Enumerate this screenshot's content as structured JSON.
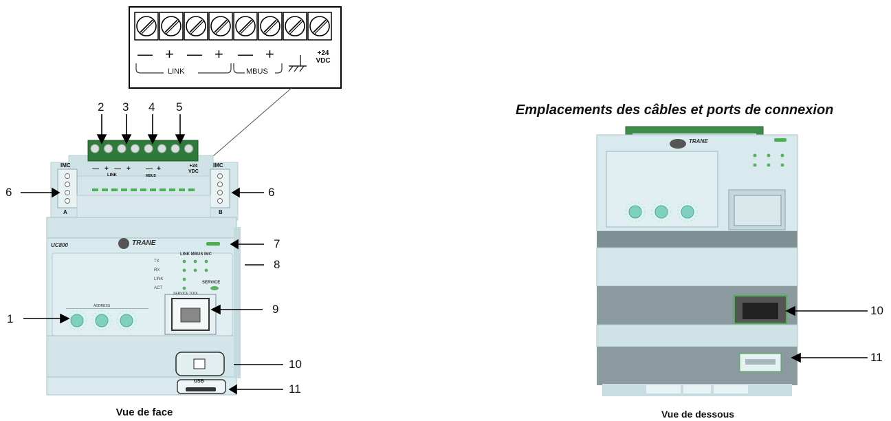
{
  "title": "Emplacements des câbles et ports de connexion",
  "front_caption": "Vue de face",
  "bottom_caption": "Vue de dessous",
  "terminal_detail": {
    "polarities": [
      "—",
      "+",
      "—",
      "+",
      "—",
      "+"
    ],
    "group_link": "LINK",
    "group_mbus": "MBUS",
    "vdc_top": "+24",
    "vdc_bottom": "VDC"
  },
  "front": {
    "callouts": {
      "n1": "1",
      "n2": "2",
      "n3": "3",
      "n4": "4",
      "n5": "5",
      "n6a": "6",
      "n6b": "6",
      "n7": "7",
      "n8": "8",
      "n9": "9",
      "n10": "10",
      "n11": "11"
    },
    "imc_left": "IMC",
    "imc_right": "IMC",
    "port_a": "A",
    "port_b": "B",
    "model": "UC800",
    "brand": "TRANE",
    "strip_polarities": [
      "—",
      "+",
      "—",
      "+",
      "—",
      "+"
    ],
    "strip_link": "LINK",
    "strip_mbus": "MBUS",
    "strip_vdc_top": "+24",
    "strip_vdc_bottom": "VDC",
    "led_cols": [
      "LINK",
      "MBUS",
      "IMC"
    ],
    "led_rows": [
      "TX",
      "RX",
      "LINK",
      "ACT"
    ],
    "service": "SERVICE",
    "service_tool": "SERVICE TOOL",
    "address": "ADDRESS",
    "usb": "USB"
  },
  "bottom": {
    "callouts": {
      "n10": "10",
      "n11": "11"
    },
    "brand": "TRANE"
  }
}
